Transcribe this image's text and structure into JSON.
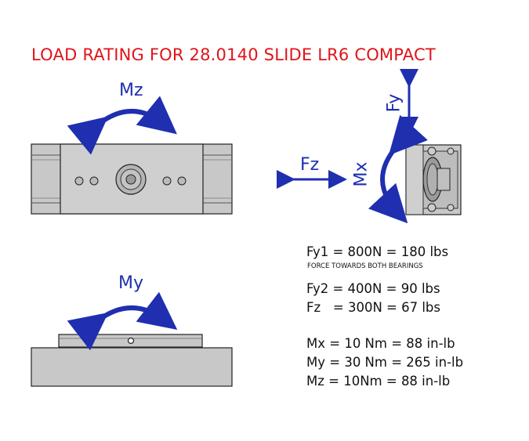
{
  "title": "LOAD RATING FOR 28.0140 SLIDE LR6 COMPACT",
  "labels": {
    "mz": "Mz",
    "my": "My",
    "mx": "Mx",
    "fz": "Fz",
    "fy": "Fy"
  },
  "specs": {
    "fy1": "Fy1 = 800N = 180 lbs",
    "fy1_note": "FORCE TOWARDS BOTH BEARINGS",
    "fy2": "Fy2 = 400N = 90 lbs",
    "fz": "Fz   = 300N = 67 lbs",
    "mx": "Mx = 10 Nm = 88 in-lb",
    "my": "My = 30 Nm = 265 in-lb",
    "mz": "Mz = 10Nm = 88 in-lb"
  },
  "colors": {
    "title": "#e0141a",
    "arrow": "#1f2fb0",
    "body": "#c8c8c8",
    "outline": "#222222"
  }
}
